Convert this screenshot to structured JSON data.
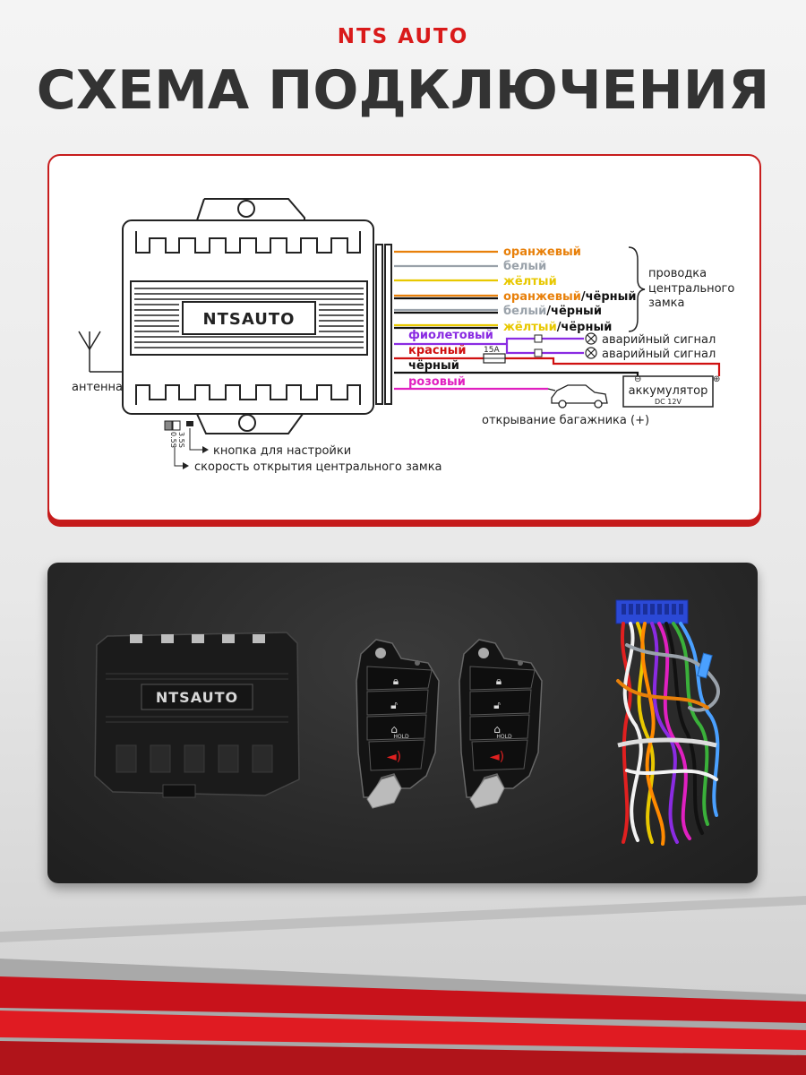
{
  "header": {
    "brand": "NTS AUTO",
    "title": "СХЕМА ПОДКЛЮЧЕНИЯ"
  },
  "diagram": {
    "module_label": "NTSAUTO",
    "antenna_label": "антенна",
    "wires": [
      {
        "label": "оранжевый",
        "color": "#e8800a"
      },
      {
        "label": "белый",
        "color": "#9aa2aa"
      },
      {
        "label": "жёлтый",
        "color": "#e8c800"
      },
      {
        "label_a": "оранжевый",
        "label_b": "/чёрный",
        "color": "#e8800a"
      },
      {
        "label_a": "белый",
        "label_b": "/чёрный",
        "color": "#9aa2aa"
      },
      {
        "label_a": "жёлтый",
        "label_b": "/чёрный",
        "color": "#e8c800"
      },
      {
        "label": "фиолетовый",
        "color": "#8a2be2"
      },
      {
        "label": "красный",
        "color": "#d01010"
      },
      {
        "label": "чёрный",
        "color": "#111111"
      },
      {
        "label": "розовый",
        "color": "#e020c0"
      }
    ],
    "central_lock_note": [
      "проводка",
      "центрального",
      "замка"
    ],
    "hazard_1": "аварийный сигнал",
    "hazard_2": "аварийный сигнал",
    "fuse": "15A",
    "battery": "аккумулятор",
    "battery_spec": "DC  12V",
    "trunk": "открывание багажника (+)",
    "switch_3s": "3.5S",
    "switch_05s": "0.5S",
    "setup_button": "кнопка для настройки",
    "lock_speed": "скорость открытия центрального замка"
  },
  "product": {
    "module_label": "NTSAUTO",
    "remote_hold": "HOLD"
  }
}
